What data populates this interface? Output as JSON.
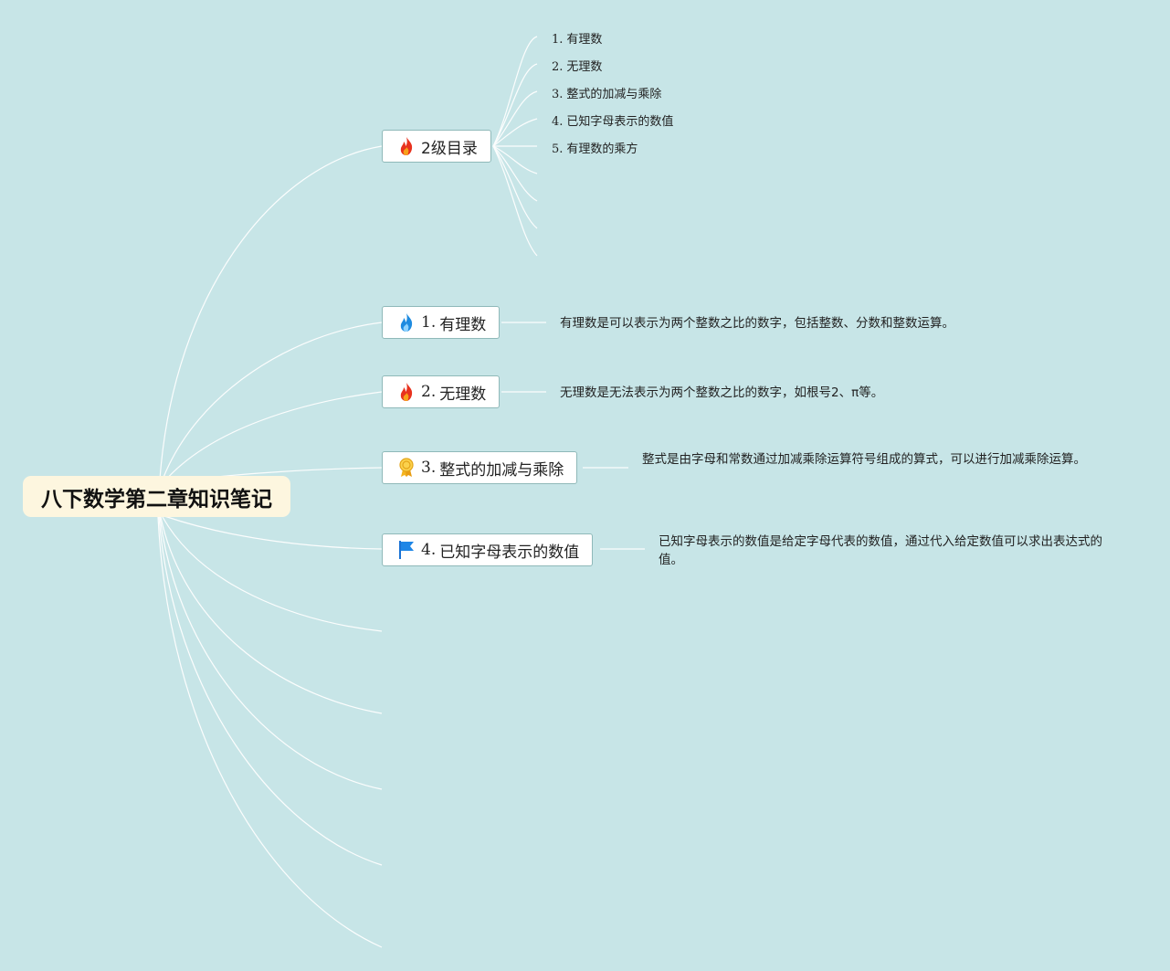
{
  "root": {
    "title": "八下数学第二章知识笔记"
  },
  "toc": {
    "title": "2级目录",
    "icon": "fire-red-icon",
    "items": [
      {
        "num": "1.",
        "text": "有理数"
      },
      {
        "num": "2.",
        "text": "无理数"
      },
      {
        "num": "3.",
        "text": "整式的加减与乘除"
      },
      {
        "num": "4.",
        "text": "已知字母表示的数值"
      },
      {
        "num": "5.",
        "text": "有理数的乘方"
      }
    ]
  },
  "topics": [
    {
      "num": "1.",
      "title": "有理数",
      "icon": "fire-blue-icon",
      "desc": "有理数是可以表示为两个整数之比的数字，包括整数、分数和整数运算。"
    },
    {
      "num": "2.",
      "title": "无理数",
      "icon": "fire-red-icon",
      "desc": "无理数是无法表示为两个整数之比的数字，如根号2、π等。"
    },
    {
      "num": "3.",
      "title": "整式的加减与乘除",
      "icon": "medal-icon",
      "desc": "整式是由字母和常数通过加减乘除运算符号组成的算式，可以进行加减乘除运算。"
    },
    {
      "num": "4.",
      "title": "已知字母表示的数值",
      "icon": "blue-flag-icon",
      "desc": "已知字母表示的数值是给定字母代表的数值，通过代入给定数值可以求出表达式的值。"
    }
  ],
  "colors": {
    "background": "#c7e5e7",
    "root_fill": "#fdf6df",
    "connector": "#ffffff",
    "node_border": "#8fb9b9"
  }
}
